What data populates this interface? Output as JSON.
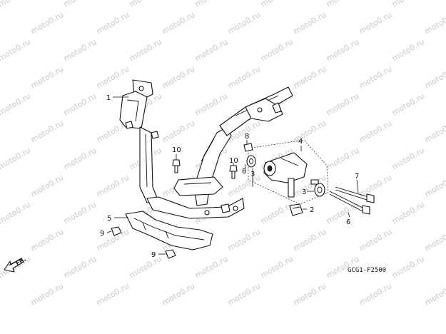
{
  "watermark": {
    "text": "moto0.ru"
  },
  "callouts": [
    {
      "id": "c1",
      "label": "1"
    },
    {
      "id": "c2",
      "label": "2"
    },
    {
      "id": "c3a",
      "label": "3"
    },
    {
      "id": "c3b",
      "label": "3"
    },
    {
      "id": "c4",
      "label": "4"
    },
    {
      "id": "c5",
      "label": "5"
    },
    {
      "id": "c6",
      "label": "6"
    },
    {
      "id": "c7",
      "label": "7"
    },
    {
      "id": "c8a",
      "label": "8"
    },
    {
      "id": "c8b",
      "label": "8"
    },
    {
      "id": "c9a",
      "label": "9"
    },
    {
      "id": "c9b",
      "label": "9"
    },
    {
      "id": "c10a",
      "label": "10"
    },
    {
      "id": "c10b",
      "label": "10"
    }
  ],
  "direction": {
    "label": "FR."
  },
  "diagram_code": "GCG1-F2500"
}
